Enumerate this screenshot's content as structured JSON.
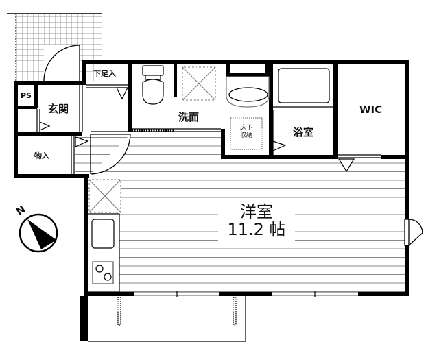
{
  "floor_plan": {
    "type": "apartment-layout-1K",
    "rooms": {
      "main_room": {
        "name": "洋室",
        "size": "11.2 帖"
      },
      "entrance": {
        "name": "玄関"
      },
      "shoe_closet": {
        "name": "下足入"
      },
      "pipe_space": {
        "name": "PS"
      },
      "storage": {
        "name": "物入"
      },
      "washroom": {
        "name": "洗面"
      },
      "underfloor_storage": {
        "name_line1": "床下",
        "name_line2": "収納"
      },
      "bathroom": {
        "name": "浴室"
      },
      "walk_in_closet": {
        "name": "WIC"
      }
    },
    "compass": {
      "label": "N"
    },
    "colors": {
      "wall": "#000000",
      "line": "#888888",
      "background": "#ffffff"
    }
  }
}
